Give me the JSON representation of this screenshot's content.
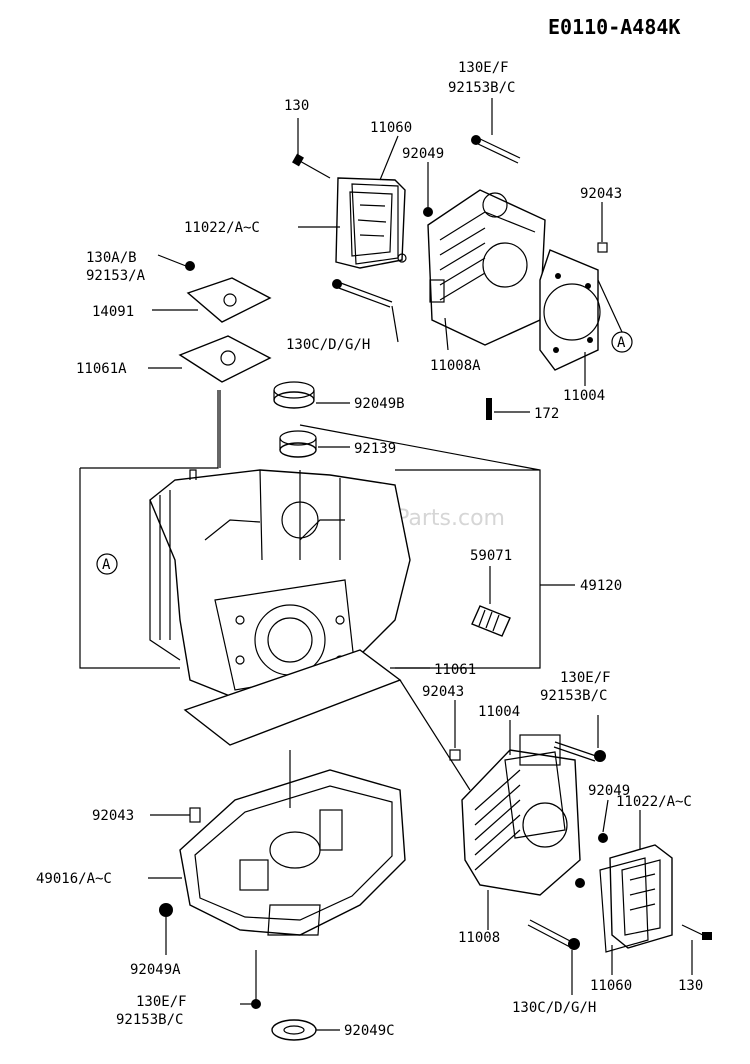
{
  "diagram_code": "E0110-A484K",
  "watermark": "eReplacementParts.com",
  "callout_ref": "A",
  "labels": {
    "l130_top": "130",
    "l130ef_top": "130E/F",
    "l92153bc_top": "92153B/C",
    "l11060_top": "11060",
    "l92049_top": "92049",
    "l92043_top": "92043",
    "l11022_top": "11022/A~C",
    "l130ab": "130A/B",
    "l92153a": "92153/A",
    "l14091": "14091",
    "l130cdgh_top": "130C/D/G/H",
    "l11008a": "11008A",
    "l11004_top": "11004",
    "l11061a": "11061A",
    "l92049b": "92049B",
    "l172": "172",
    "l92139": "92139",
    "l59071": "59071",
    "l49120": "49120",
    "l11061": "11061",
    "l130ef_mid": "130E/F",
    "l92153bc_mid": "92153B/C",
    "l92043_mid": "92043",
    "l11004_mid": "11004",
    "l92049_mid": "92049",
    "l11022_mid": "11022/A~C",
    "l92043_low": "92043",
    "l49016": "49016/A~C",
    "l92049a": "92049A",
    "l11008": "11008",
    "l11060_low": "11060",
    "l130_low": "130",
    "l130cdgh_low": "130C/D/G/H",
    "l130ef_low": "130E/F",
    "l92153bc_low": "92153B/C",
    "l92049c": "92049C"
  }
}
